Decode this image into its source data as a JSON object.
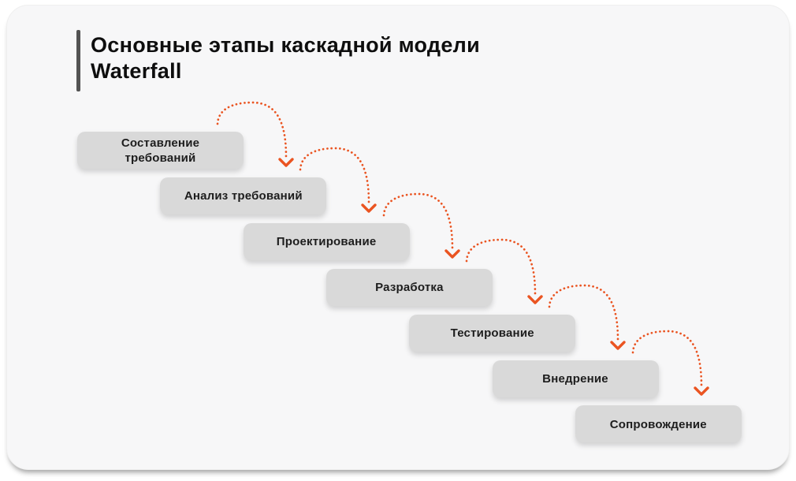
{
  "title": {
    "text": "Основные этапы каскадной модели Waterfall"
  },
  "stages": [
    {
      "label": "Составление требований"
    },
    {
      "label": "Анализ требований"
    },
    {
      "label": "Проектирование"
    },
    {
      "label": "Разработка"
    },
    {
      "label": "Тестирование"
    },
    {
      "label": "Внедрение"
    },
    {
      "label": "Сопровождение"
    }
  ],
  "icons": [
    {
      "name": "flow-arrow-icon",
      "glyph": "orange dotted curved arrow with down chevron head"
    }
  ],
  "colors": {
    "arrow": "#EA5421",
    "stage_box_fill": "#D9D9D9",
    "stage_text": "#1D1D1D",
    "title_text": "#0E0E0E",
    "accent_bar": "#535353",
    "card_background": "#F7F7F8",
    "page_background": "#FFFFFF"
  }
}
